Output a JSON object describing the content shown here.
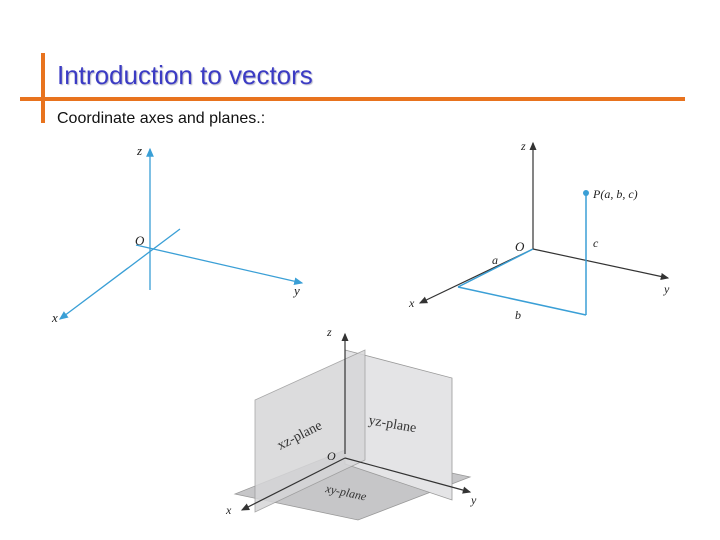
{
  "slide": {
    "title": "Introduction to vectors",
    "subtitle": "Coordinate axes and planes.:"
  },
  "colors": {
    "accent": "#e8731e",
    "title": "#3b3bc4",
    "axis": "#3a9fd6"
  },
  "figure1": {
    "z_label": "z",
    "y_label": "y",
    "x_label": "x",
    "origin_label": "O"
  },
  "figure2": {
    "z_label": "z",
    "y_label": "y",
    "x_label": "x",
    "origin_label": "O",
    "point_label": "P(a, b, c)",
    "a_label": "a",
    "b_label": "b",
    "c_label": "c"
  },
  "figure3": {
    "z_label": "z",
    "y_label": "y",
    "x_label": "x",
    "origin_label": "O",
    "xz_plane_label": "xz-plane",
    "yz_plane_label": "yz-plane",
    "xy_plane_label": "xy-plane"
  }
}
